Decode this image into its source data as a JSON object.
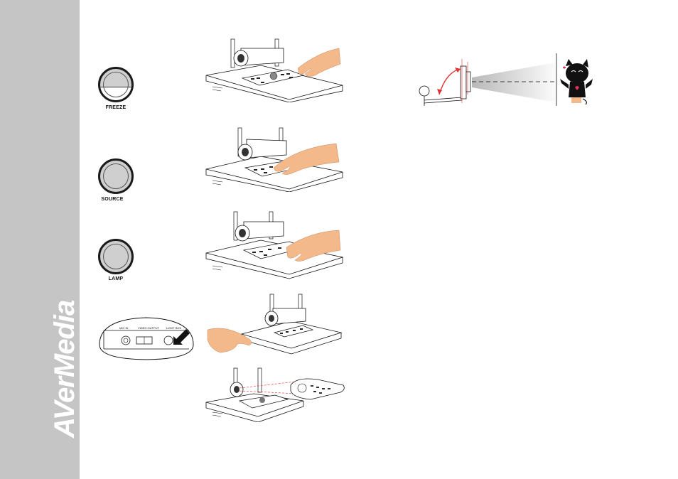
{
  "brand": {
    "name": "AVerMedia"
  },
  "buttons": {
    "freeze": "FREEZE",
    "source": "SOURCE",
    "lamp": "LAMP"
  },
  "io_panel": {
    "mic_in": "MIC IN",
    "video_output": "VIDEO OUTPUT",
    "light_box": "LIGHT BOX"
  },
  "colors": {
    "sidebar": "#c5c5c5",
    "hand": "#f4b98a",
    "laser": "#e23030"
  },
  "icons": [
    "finger-press-illustration",
    "remote-control-illustration",
    "projection-diagram",
    "cat-doll-icon",
    "arrow-icon"
  ]
}
